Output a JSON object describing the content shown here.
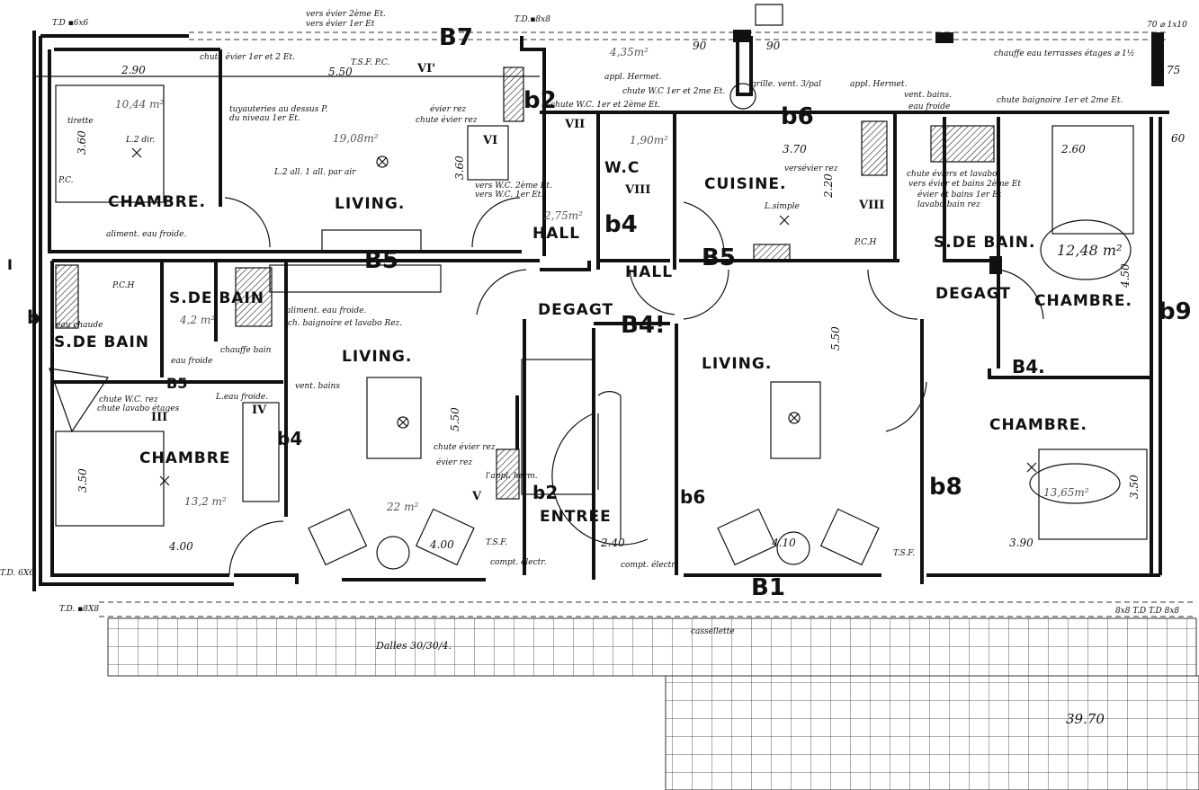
{
  "rooms": {
    "chambre_tl": "CHAMBRE.",
    "living_top": "LIVING.",
    "hall_left": "HALL",
    "wc": "W.C",
    "cuisine": "CUISINE.",
    "hall_right": "HALL",
    "s_de_bain_right": "S.DE BAIN.",
    "chambre_tr": "CHAMBRE.",
    "s_de_bain_mid": "S.DE BAIN",
    "s_de_bain_left": "S.DE BAIN",
    "degagt_left": "DEGAGT",
    "living_mid_left": "LIVING.",
    "living_mid_right": "LIVING.",
    "degagt_right": "DEGAGT",
    "chambre_bl": "CHAMBRE",
    "chambre_br": "CHAMBRE.",
    "entree": "ENTREE"
  },
  "wall_marks": {
    "b7": "B7",
    "b6": "b6",
    "b5_top": "B5",
    "b5_right": "B5",
    "b5_left": "B5",
    "b4_stairs": "B4!",
    "b4_right": "B4.",
    "b1": "B1",
    "b2": "b2",
    "b4a": "b4",
    "b4b": "b4",
    "b2_entree": "b2",
    "b8": "b8",
    "b9": "b9",
    "b_left": "b",
    "i_left": "I"
  },
  "roman": [
    "VI'",
    "VI",
    "VII",
    "VIII",
    "VIII",
    "III",
    "IV",
    "V"
  ],
  "areas": {
    "chambre_tl": "10,44 m²",
    "living_top": "19,08m²",
    "hall": "2,75m²",
    "top_right": "4,35m²",
    "wc": "1,90m²",
    "chambre_tr": "12,48 m²",
    "s_de_bain": "4,2 m²",
    "chambre_bl": "13,2 m²",
    "living_left": "22 m²",
    "chambre_br": "13,65m²"
  },
  "dimensions": {
    "d290": "2.90",
    "d550": "5.50",
    "d360a": "3.60",
    "d360b": "3.60",
    "d90a": "90",
    "d90b": "90",
    "d370": "3.70",
    "d220": "2.20",
    "d260": "2.60",
    "d450": "4.50",
    "d60": "60",
    "d400a": "4.00",
    "d400b": "4.00",
    "d550b": "5.50",
    "d550c": "5.50",
    "d240": "2.40",
    "d410": "4.10",
    "d390": "3.90",
    "d350a": "3.50",
    "d350b": "3.50",
    "d3970": "39.70",
    "d75": "75",
    "d1x10": "70 ⌀ 1x10"
  },
  "notes": {
    "vers_evier1": "vers évier  2ème Et.",
    "vers_evier2": "vers évier  1er Et",
    "td_6x6_top": "T.D ▪6x6",
    "td_8x8_top": "T.D.▪8x8",
    "chute_evier": "chute évier 1er et 2 Et.",
    "tsf_pc": "T.S.F. P.C.",
    "tuyauteries1": "tuyauteries au dessus P.",
    "tuyauteries2": "du niveau   1er Et.",
    "evier_rez": "évier rez",
    "chute_evier_rez": "chute évier rez",
    "l2_dir": "L.2 dir.",
    "l2_alli": "L.2 all. 1 all. par air",
    "tirette": "tirette",
    "pc": "P.C.",
    "aliment_eau_froide": "aliment. eau froide.",
    "chute_wc": "chute W.C. 1er et 2ème Et.",
    "vers_wc2": "vers W.C. 2ème Et.",
    "vers_wc1": "vers W.C. 1er Et.",
    "chute_wc_top": "chute W.C 1er et 2me Et.",
    "appl_hermet": "appl. Hermet.",
    "grille": "grille. vent. 3/pal",
    "vent_bains": "vent. bains.",
    "eau_froide": "eau froide",
    "chute_baignoire": "chute baignoire 1er et 2me Et.",
    "chauffe": "chauffe eau terrasses étages ⌀ 1½",
    "vers_evier_rez": "versévier rez",
    "l_simple": "L.simple",
    "chute_eviers_lavabo": "chute éviers et lavabo",
    "vers_evier_bains": "vers évier et bains 2ème Et",
    "evier_bains_1er": "évier et bains 1er Et",
    "lavabo_bain_rez": "lavabo bain rez",
    "pch": "P.C.H",
    "alim_eau_froide2": "aliment. eau froide.",
    "ch_baignoire": "ch. baignoire et lavabo Rez.",
    "eau_chaude": "eau chaude",
    "eau_froide2": "eau froide",
    "chauffe_bain": "chauffe bain",
    "vent_bains2": "vent. bains",
    "chute_wc_rez": "chute W.C. rez",
    "chute_lavabo": "chute lavabo étages",
    "l_eau_froide": "L.eau froide.",
    "chute_eviers_rez": "chute évier rez",
    "evier_rez2": "évier rez",
    "appl_herm": "l'appl. herm.",
    "tsf": "T.S.F.",
    "compt_elec": "compt. électr.",
    "compt_elec2": "compt. électr.",
    "dalles": "Dalles 30/30/4.",
    "cassette": "cassellette",
    "td_6x6_bl": "T.D. 6X6.",
    "td_8x8_bl": "T.D. ▪8X8",
    "td_8x8_br": "8x8 T.D  T.D 8x8"
  }
}
